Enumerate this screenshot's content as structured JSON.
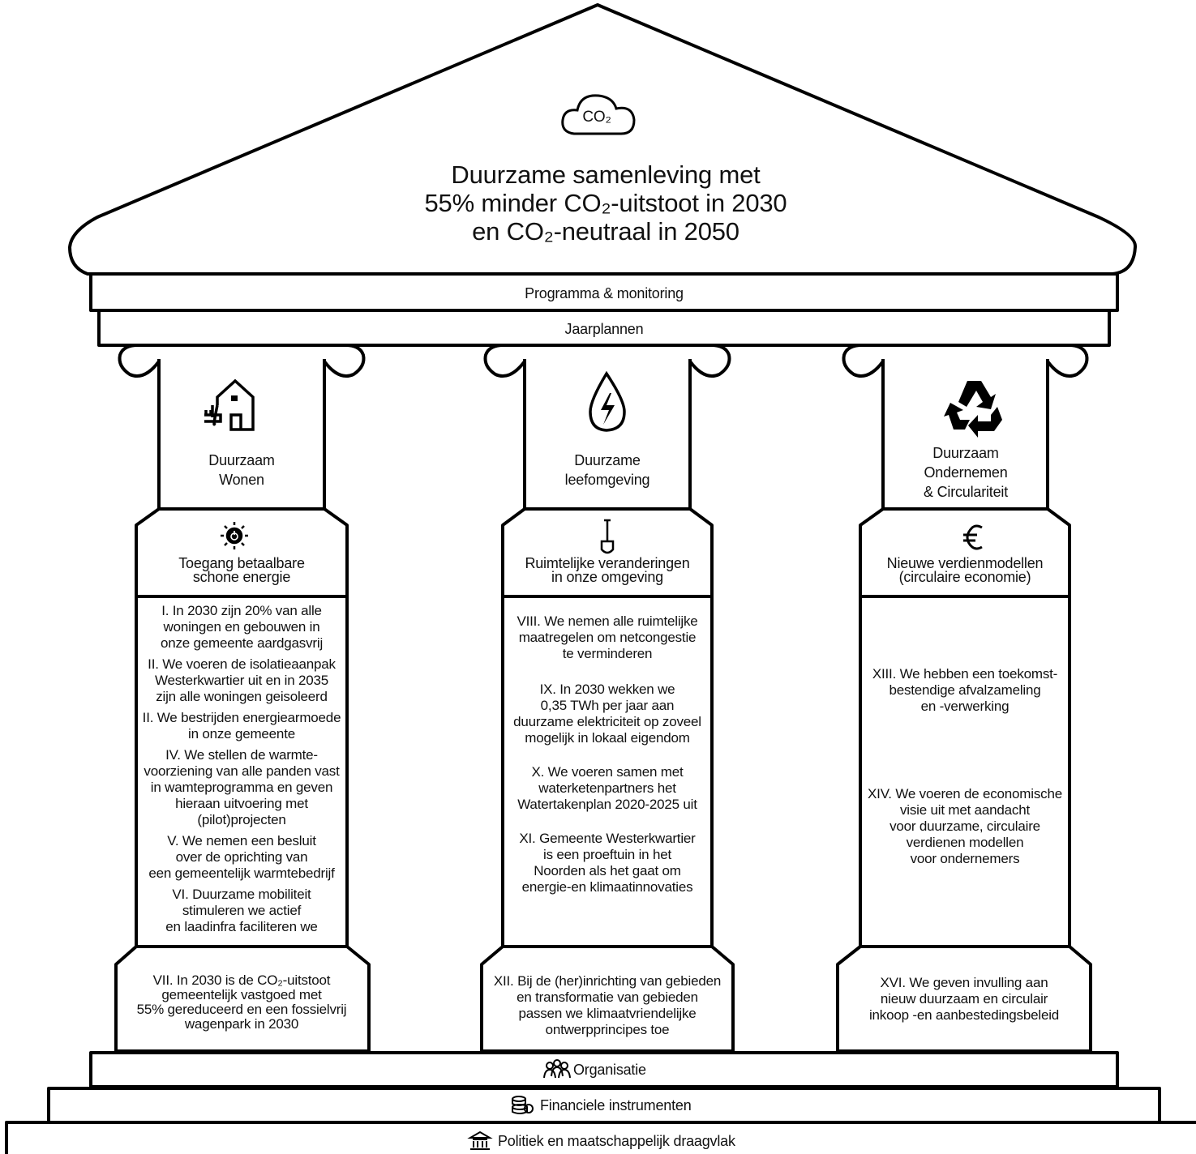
{
  "roof": {
    "icon_label": "CO₂",
    "title_lines": [
      "Duurzame samenleving met",
      "55% minder CO₂-uitstoot in 2030",
      "en CO₂-neutraal in 2050"
    ]
  },
  "beams": {
    "top": "Programma & monitoring",
    "bottom": "Jaarplannen"
  },
  "pillars": [
    {
      "icon": "house-plug-icon",
      "title_lines": [
        "Duurzaam",
        "Wonen"
      ],
      "theme_icon": "sun-power-icon",
      "theme_lines": [
        "Toegang betaalbare",
        "schone energie"
      ],
      "goals": [
        [
          "I. In 2030 zijn 20% van alle",
          "woningen en gebouwen in",
          "onze gemeente aardgasvrij"
        ],
        [
          "II. We voeren de isolatieaanpak",
          "Westerkwartier uit en in 2035",
          "zijn alle woningen geisoleerd"
        ],
        [
          "II. We bestrijden energiearmoede",
          "in onze gemeente"
        ],
        [
          "IV. We stellen de warmte-",
          "voorziening van alle panden vast",
          "in wamteprogramma en geven",
          "hieraan uitvoering met",
          "(pilot)projecten"
        ],
        [
          "V. We nemen een besluit",
          "over de oprichting van",
          "een gemeentelijk warmtebedrijf"
        ],
        [
          "VI. Duurzame mobiliteit",
          "stimuleren we actief",
          "en laadinfra faciliteren we"
        ]
      ],
      "base_goal": [
        "VII. In 2030 is de CO₂-uitstoot",
        "gemeentelijk vastgoed met",
        "55% gereduceerd en een fossielvrij",
        "wagenpark in 2030"
      ]
    },
    {
      "icon": "water-drop-bolt-icon",
      "title_lines": [
        "Duurzame",
        "leefomgeving"
      ],
      "theme_icon": "shovel-icon",
      "theme_lines": [
        "Ruimtelijke veranderingen",
        "in onze omgeving"
      ],
      "goals": [
        [
          "VIII. We nemen alle ruimtelijke",
          "maatregelen om netcongestie",
          "te verminderen"
        ],
        [
          "IX. In 2030 wekken we",
          "0,35 TWh per jaar aan",
          "duurzame elektriciteit op zoveel",
          "mogelijk in lokaal eigendom"
        ],
        [
          "X. We voeren samen met",
          "waterketenpartners het",
          "Watertakenplan 2020-2025 uit"
        ],
        [
          "XI. Gemeente Westerkwartier",
          "is een proeftuin in het",
          "Noorden als het gaat om",
          "energie-en klimaatinnovaties"
        ]
      ],
      "base_goal": [
        "XII. Bij de (her)inrichting van gebieden",
        "en transformatie van gebieden",
        "passen we klimaatvriendelijke",
        "ontwerpprincipes toe"
      ]
    },
    {
      "icon": "recycle-icon",
      "title_lines": [
        "Duurzaam",
        "Ondernemen",
        "& Circulariteit"
      ],
      "theme_icon": "euro-icon",
      "theme_lines": [
        "Nieuwe verdienmodellen",
        "(circulaire economie)"
      ],
      "goals": [
        [
          "XIII. We hebben een toekomst-",
          "bestendige afvalzameling",
          "en -verwerking"
        ],
        [
          "XIV. We voeren de economische",
          "visie uit met aandacht",
          "voor duurzame, circulaire",
          "verdienen modellen",
          "voor ondernemers"
        ]
      ],
      "base_goal": [
        "XVI. We geven invulling aan",
        "nieuw duurzaam en circulair",
        "inkoop -en aanbestedingsbeleid"
      ]
    }
  ],
  "steps": [
    {
      "icon": "people-icon",
      "label": "Organisatie"
    },
    {
      "icon": "coins-icon",
      "label": "Financiele instrumenten"
    },
    {
      "icon": "government-building-icon",
      "label": "Politiek en maatschappelijk draagvlak"
    }
  ]
}
